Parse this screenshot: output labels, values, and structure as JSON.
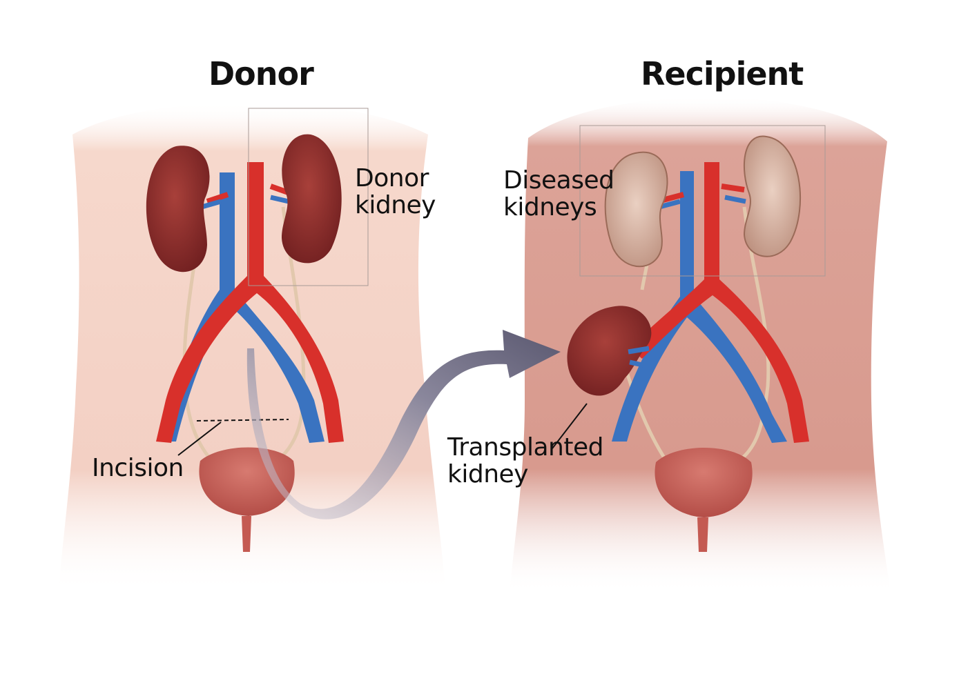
{
  "titles": {
    "donor": "Donor",
    "recipient": "Recipient"
  },
  "labels": {
    "donor_kidney": "Donor\nkidney",
    "incision": "Incision",
    "diseased_kidneys": "Diseased\nkidneys",
    "transplanted_kidney": "Transplanted\nkidney"
  },
  "colors": {
    "donor_skin": "#f3d0c4",
    "recipient_skin": "#d89a8e",
    "artery": "#d8302b",
    "vein": "#3a73c0",
    "healthy_kidney": "#8e2a2a",
    "diseased_kidney": "#d7ae9d",
    "ureter": "#e2c8ad",
    "bladder": "#c45a52",
    "arrow": "#6c6a82"
  }
}
